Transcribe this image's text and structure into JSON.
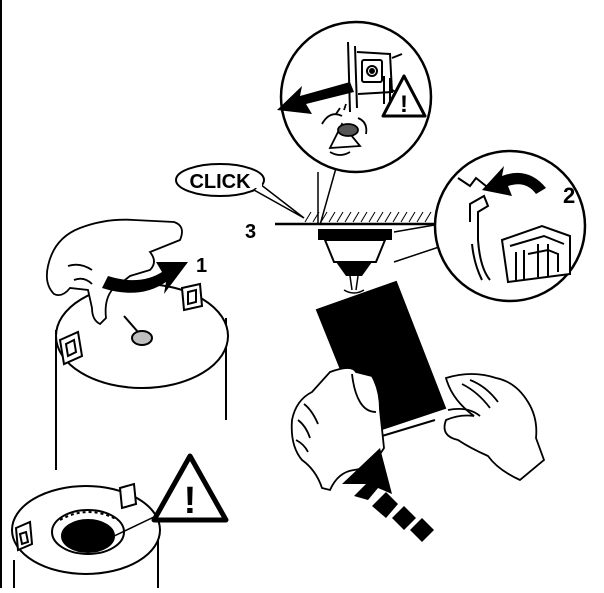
{
  "labels": {
    "click": "CLICK",
    "step1": "1",
    "step2": "2",
    "step3": "3"
  },
  "warning_symbol": "!",
  "icons": {
    "warning": "warning-triangle-icon",
    "arrow": "curved-arrow-icon",
    "lock_handle": "latch-icon",
    "tank": "tank-icon",
    "filter": "filter-cartridge-icon",
    "hands": "hands-icon"
  },
  "colors": {
    "ink": "#000000",
    "paper": "#ffffff",
    "fill_dark": "#000000",
    "fill_gray": "#bfbfbf"
  }
}
